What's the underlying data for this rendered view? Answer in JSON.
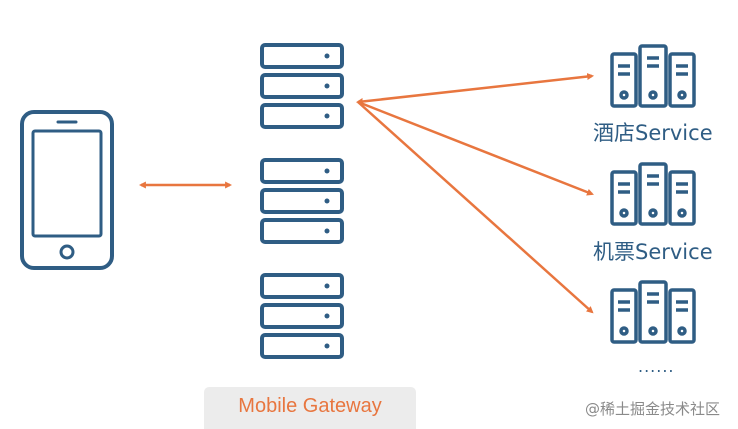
{
  "gateway": {
    "label": "Mobile Gateway"
  },
  "services": [
    {
      "label": "酒店Service"
    },
    {
      "label": "机票Service"
    },
    {
      "label": "......"
    }
  ],
  "watermark": "@稀土掘金技术社区",
  "colors": {
    "icon_stroke": "#2f5d84",
    "arrow": "#e8763f",
    "gateway_box": "#ececec"
  }
}
